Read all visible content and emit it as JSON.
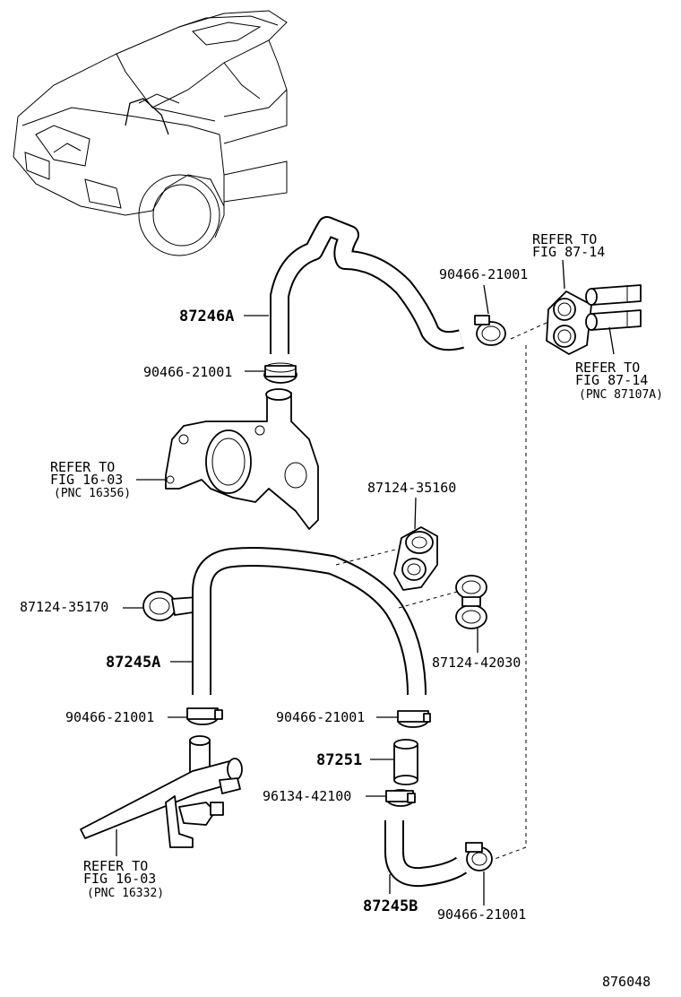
{
  "diagram": {
    "labels": {
      "hose_87246a": "87246A",
      "clamp_upper_right": "90466-21001",
      "clamp_under_87246a": "90466-21001",
      "refer_fig_87_14_top_1": "REFER TO",
      "refer_fig_87_14_top_2": "FIG 87-14",
      "refer_fig_87_14_bottom_1": "REFER TO",
      "refer_fig_87_14_bottom_2": "FIG 87-14",
      "refer_fig_87_14_bottom_3": "(PNC 87107A)",
      "refer_fig_16_03_upper_1": "REFER TO",
      "refer_fig_16_03_upper_2": "FIG 16-03",
      "refer_fig_16_03_upper_3": "(PNC 16356)",
      "clamp_87124_35160": "87124-35160",
      "clamp_87124_35170": "87124-35170",
      "hose_87245a": "87245A",
      "clamp_87124_42030": "87124-42030",
      "clamp_lower_left": "90466-21001",
      "clamp_lower_mid": "90466-21001",
      "pipe_87251": "87251",
      "clamp_96134_42100": "96134-42100",
      "refer_fig_16_03_lower_1": "REFER TO",
      "refer_fig_16_03_lower_2": "FIG 16-03",
      "refer_fig_16_03_lower_3": "(PNC 16332)",
      "hose_87245b": "87245B",
      "clamp_bottom_right": "90466-21001",
      "figure_number": "876048"
    }
  }
}
